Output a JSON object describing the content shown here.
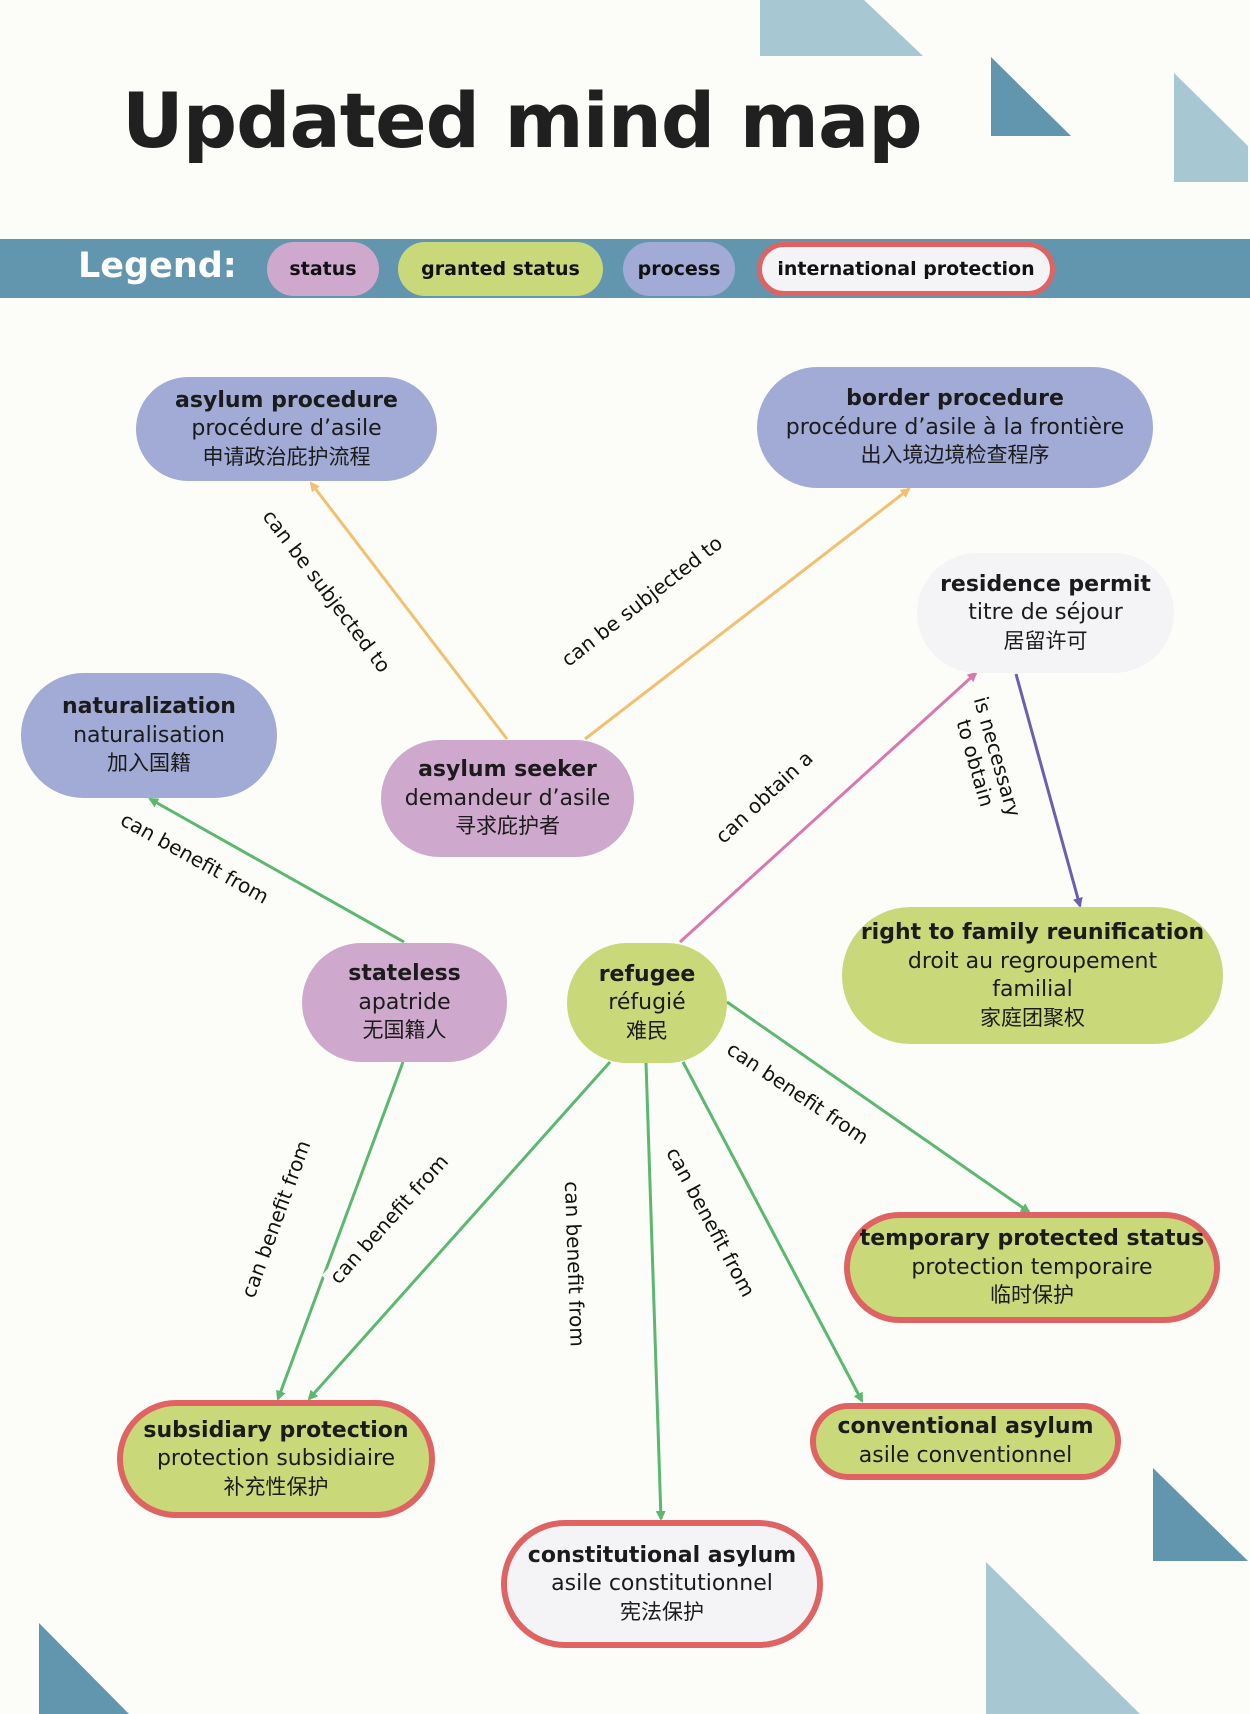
{
  "title": "Updated mind map",
  "colors": {
    "status": "#cfa9cd",
    "granted_status": "#c9d97a",
    "process": "#a1abd5",
    "international_protection_border": "#e06363",
    "neutral": "#f4f4f7",
    "edge_orange": "#f2c06f",
    "edge_green": "#5cb870",
    "edge_pink": "#d977b0",
    "edge_purple": "#6b5fb0",
    "deco_dark": "#6196ae",
    "deco_light": "#a7c7d2"
  },
  "legend": {
    "label": "Legend:",
    "items": [
      {
        "key": "status",
        "label": "status"
      },
      {
        "key": "granted_status",
        "label": "granted status"
      },
      {
        "key": "process",
        "label": "process"
      },
      {
        "key": "international_protection",
        "label": "international protection"
      }
    ]
  },
  "nodes": {
    "asylum_procedure": {
      "en": "asylum procedure",
      "fr": "procédure d’asile",
      "zh": "申请政治庇护流程",
      "type": "process"
    },
    "border_procedure": {
      "en": "border procedure",
      "fr": "procédure d’asile à la frontière",
      "zh": "出入境边境检查程序",
      "type": "process"
    },
    "residence_permit": {
      "en": "residence permit",
      "fr": "titre de séjour",
      "zh": "居留许可",
      "type": "neutral"
    },
    "naturalization": {
      "en": "naturalization",
      "fr": "naturalisation",
      "zh": "加入国籍",
      "type": "process"
    },
    "asylum_seeker": {
      "en": "asylum seeker",
      "fr": "demandeur d’asile",
      "zh": "寻求庇护者",
      "type": "status"
    },
    "stateless": {
      "en": "stateless",
      "fr": "apatride",
      "zh": "无国籍人",
      "type": "status"
    },
    "refugee": {
      "en": "refugee",
      "fr": "réfugié",
      "zh": "难民",
      "type": "granted_status"
    },
    "family_reunification": {
      "en": "right to family reunification",
      "fr": "droit au regroupement familial",
      "zh": "家庭团聚权",
      "type": "granted_status"
    },
    "temporary_protected_status": {
      "en": "temporary protected status",
      "fr": "protection temporaire",
      "zh": "临时保护",
      "type": "granted_status",
      "international_protection": true
    },
    "subsidiary_protection": {
      "en": "subsidiary protection",
      "fr": "protection subsidiaire",
      "zh": "补充性保护",
      "type": "granted_status",
      "international_protection": true
    },
    "conventional_asylum": {
      "en": "conventional asylum",
      "fr": "asile conventionnel",
      "zh": "",
      "type": "granted_status",
      "international_protection": true
    },
    "constitutional_asylum": {
      "en": "constitutional asylum",
      "fr": "asile constitutionnel",
      "zh": "宪法保护",
      "type": "neutral",
      "international_protection": true
    }
  },
  "edges": [
    {
      "from": "asylum_seeker",
      "to": "asylum_procedure",
      "label": "can be subjected to",
      "color": "orange"
    },
    {
      "from": "asylum_seeker",
      "to": "border_procedure",
      "label": "can be subjected to",
      "color": "orange"
    },
    {
      "from": "stateless",
      "to": "naturalization",
      "label": "can benefit from",
      "color": "green"
    },
    {
      "from": "refugee",
      "to": "residence_permit",
      "label": "can obtain a",
      "color": "pink"
    },
    {
      "from": "residence_permit",
      "to": "family_reunification",
      "label": "is necessary to obtain",
      "color": "purple"
    },
    {
      "from": "refugee",
      "to": "temporary_protected_status",
      "label": "can benefit from",
      "color": "green"
    },
    {
      "from": "stateless",
      "to": "subsidiary_protection",
      "label": "can benefit from",
      "color": "green"
    },
    {
      "from": "refugee",
      "to": "subsidiary_protection",
      "label": "can benefit from",
      "color": "green"
    },
    {
      "from": "refugee",
      "to": "constitutional_asylum",
      "label": "can benefit from",
      "color": "green"
    },
    {
      "from": "refugee",
      "to": "conventional_asylum",
      "label": "can benefit from",
      "color": "green"
    }
  ],
  "edge_label_necessary": {
    "line1": "is necessary",
    "line2": "to obtain"
  }
}
